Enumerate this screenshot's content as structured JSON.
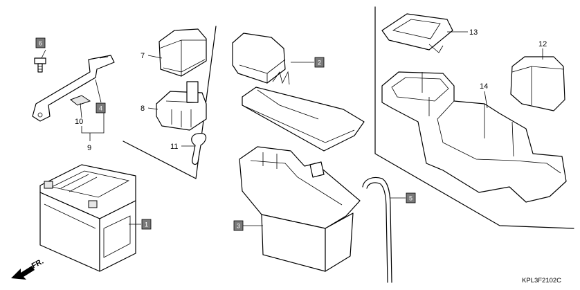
{
  "callouts": {
    "n1": "1",
    "n2": "2",
    "n3": "3",
    "n4": "4",
    "n5": "5",
    "n6": "6",
    "n7": "7",
    "n8": "8",
    "n9": "9",
    "n10": "10",
    "n11": "11",
    "n12": "12",
    "n13": "13",
    "n14": "14"
  },
  "direction_label": "FR.",
  "drawing_code": "KPL3F2102C"
}
